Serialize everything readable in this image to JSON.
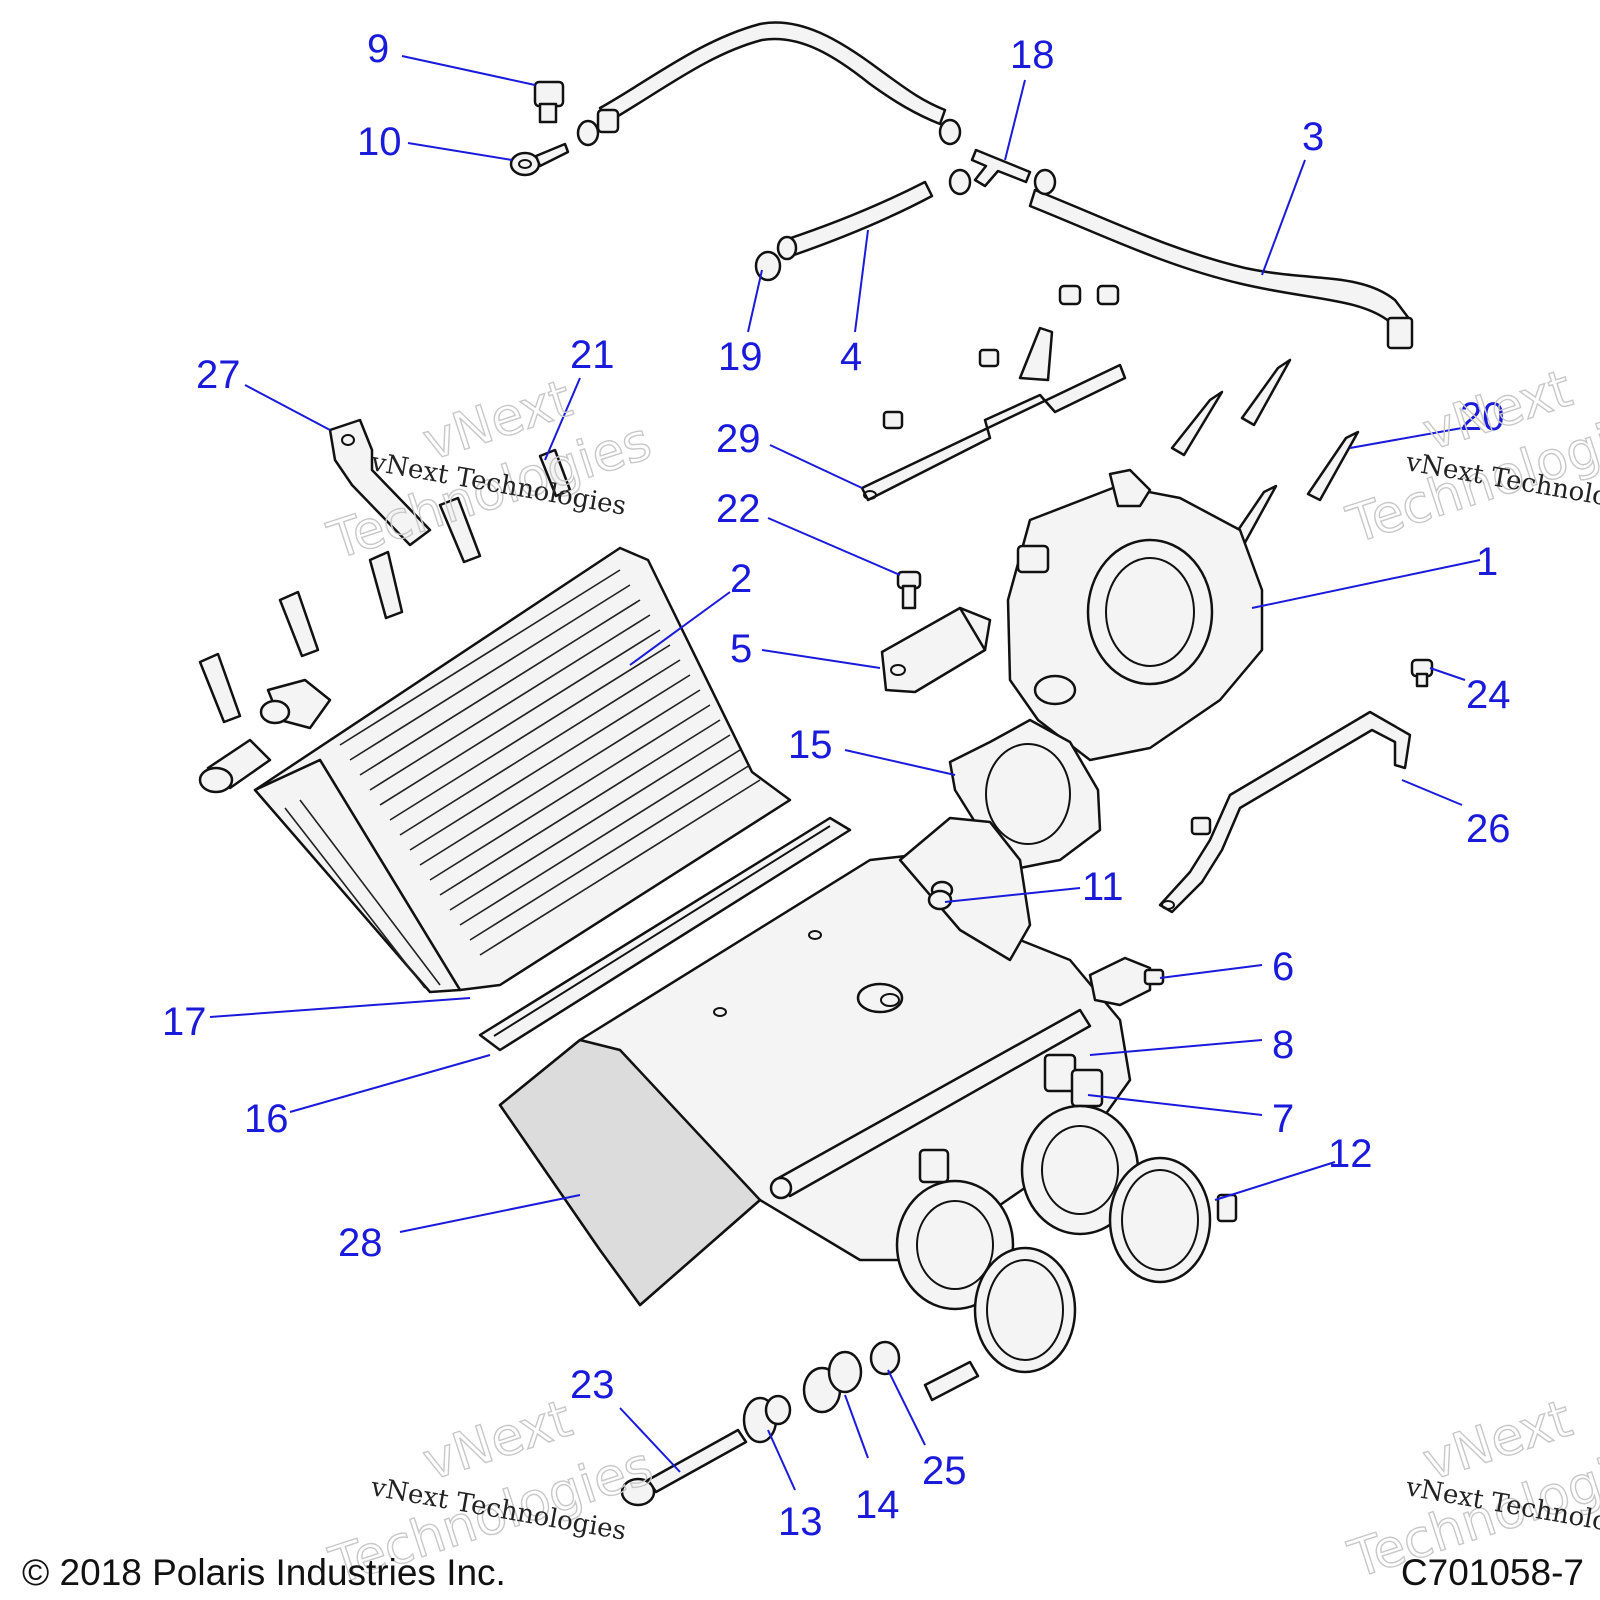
{
  "diagram": {
    "callouts": [
      {
        "label": "1"
      },
      {
        "label": "2"
      },
      {
        "label": "3"
      },
      {
        "label": "4"
      },
      {
        "label": "5"
      },
      {
        "label": "6"
      },
      {
        "label": "7"
      },
      {
        "label": "8"
      },
      {
        "label": "9"
      },
      {
        "label": "10"
      },
      {
        "label": "11"
      },
      {
        "label": "12"
      },
      {
        "label": "13"
      },
      {
        "label": "14"
      },
      {
        "label": "15"
      },
      {
        "label": "16"
      },
      {
        "label": "17"
      },
      {
        "label": "18"
      },
      {
        "label": "19"
      },
      {
        "label": "20"
      },
      {
        "label": "21"
      },
      {
        "label": "22"
      },
      {
        "label": "23"
      },
      {
        "label": "24"
      },
      {
        "label": "25"
      },
      {
        "label": "26"
      },
      {
        "label": "27"
      },
      {
        "label": "28"
      },
      {
        "label": "29"
      }
    ],
    "callout_color": "#1a1adb"
  },
  "watermark": {
    "text": "vNext Technologies",
    "line1": "vNext",
    "line2": "Technologies"
  },
  "footer": {
    "copyright": "© 2018 Polaris Industries Inc.",
    "figure_code": "C701058-7"
  }
}
